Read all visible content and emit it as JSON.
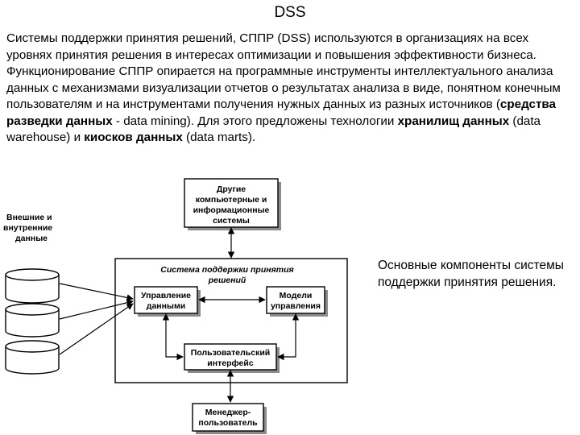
{
  "title": "DSS",
  "intro": {
    "text_1": "Системы поддержки принятия решений, СППР (DSS) используются в организациях на всех уровнях принятия решения в интересах оптимизации и повышения эффективности бизнеса. Функционирование СППР опирается на программные инструменты интеллектуального анализа данных с механизмами визуализации отчетов о результатах анализа в виде, понятном конечным пользователям и на инструментами получения нужных данных из разных источников (",
    "bold_1": "средства разведки данных",
    "text_2": " - data mining). Для этого предложены технологии ",
    "bold_2": "хранилищ данных",
    "text_3": " (data warehouse) и ",
    "bold_3": "киосков данных",
    "text_4": " (data marts)."
  },
  "caption": "Основные компоненты системы поддержки принятия решения.",
  "diagram": {
    "external_systems": [
      "Другие",
      "компьютерные и",
      "информационные",
      "системы"
    ],
    "external_data": [
      "Внешние и",
      "внутренние",
      "данные"
    ],
    "dss_title": [
      "Система поддержки принятия",
      "решений"
    ],
    "data_management": [
      "Управление",
      "данными"
    ],
    "model_management": [
      "Модели",
      "управления"
    ],
    "user_interface": [
      "Пользовательский",
      "интерфейс"
    ],
    "manager_user": [
      "Менеджер-",
      "пользователь"
    ]
  }
}
